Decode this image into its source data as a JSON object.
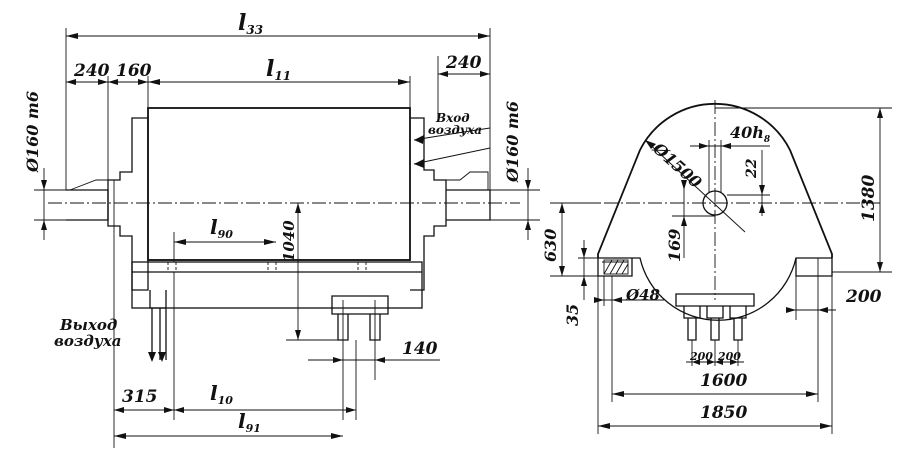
{
  "front_view": {
    "l33": "l",
    "l33_sub": "33",
    "d240_left": "240",
    "d160": "160",
    "l11": "l",
    "l11_sub": "11",
    "d240_right": "240",
    "shaft_left": "Ø160 т6",
    "shaft_right": "Ø160 т6",
    "air_in_1": "Вход",
    "air_in_2": "воздуха",
    "air_out_1": "Выход",
    "air_out_2": "воздуха",
    "l90": "l",
    "l90_sub": "90",
    "d1040": "1040",
    "d140": "140",
    "d315": "315",
    "l10": "l",
    "l10_sub": "10",
    "l91": "l",
    "l91_sub": "91"
  },
  "side_view": {
    "dia1500": "Ø1500",
    "d40h8": "40h",
    "d40h8_sub": "8",
    "d22": "22",
    "d1380": "1380",
    "d630": "630",
    "d169": "169",
    "d35": "35",
    "d48": "Ø48",
    "d200_right": "200",
    "d200_a": "200",
    "d200_b": "200",
    "d1600": "1600",
    "d1850": "1850"
  }
}
